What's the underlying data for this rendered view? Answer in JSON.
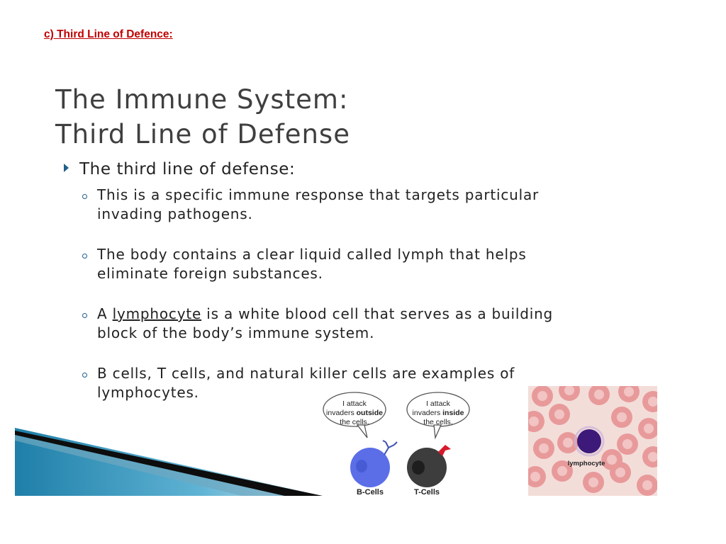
{
  "heading": "c) Third Line of Defence:",
  "slide": {
    "title_line1": "The Immune System:",
    "title_line2": "Third Line of Defense",
    "main_bullet": "The third line of defense:",
    "sub_bullets": [
      {
        "text": "This is a specific immune response that targets particular\ninvading pathogens."
      },
      {
        "text": "The body contains a clear liquid called lymph that helps\neliminate foreign substances."
      },
      {
        "prefix": "A ",
        "underlined": "lymphocyte",
        "rest": " is a white blood cell that serves as a building\nblock of the body’s immune system."
      },
      {
        "text": "B cells, T cells, and natural killer cells are examples of\nlymphocytes."
      }
    ]
  },
  "figure_cells": {
    "bcell_bubble": {
      "line1": "I attack",
      "line2_pre": "invaders ",
      "line2_bold": "outside",
      "line3": "the cells."
    },
    "tcell_bubble": {
      "line1": "I attack",
      "line2_pre": "invaders ",
      "line2_bold": "inside",
      "line3": "the cells."
    },
    "bcell_label": "B-Cells",
    "tcell_label": "T-Cells",
    "bcell_color": "#5b6ee8",
    "tcell_color": "#3d3d3d",
    "receptor_color": "#d8192a"
  },
  "figure_blood": {
    "label": "lymphocyte",
    "rbc_color": "#e89a9a",
    "lymphocyte_color": "#3d1a7a"
  }
}
